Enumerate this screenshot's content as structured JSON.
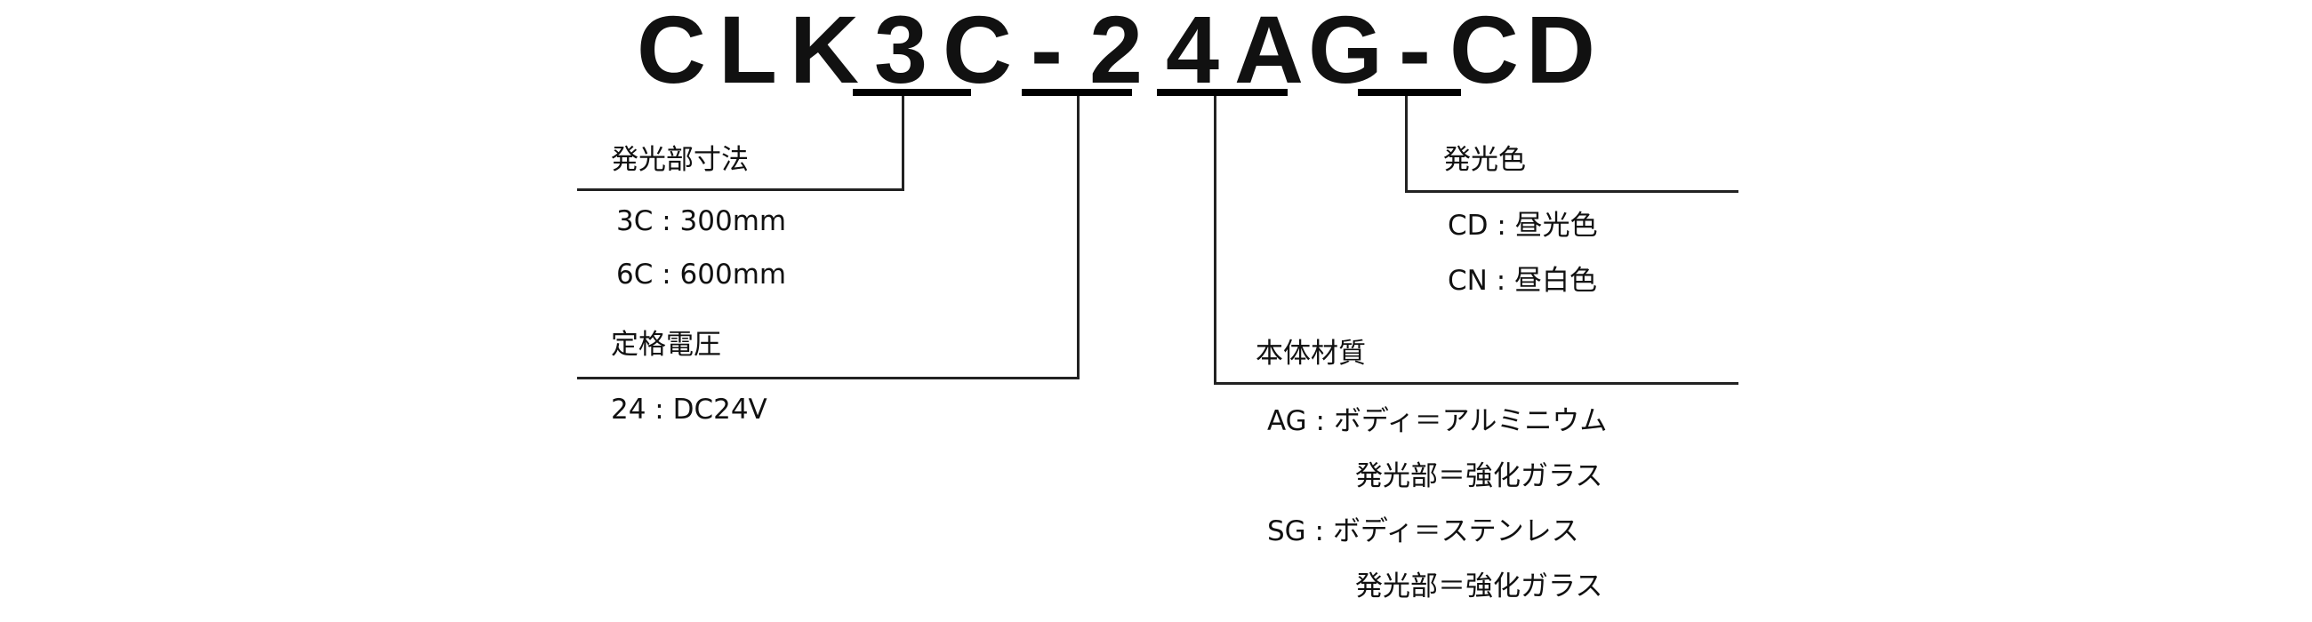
{
  "model_code": {
    "chars": [
      "C",
      "L",
      "K",
      "3",
      "C",
      "-",
      "2",
      "4",
      "A",
      "G",
      "-",
      "C",
      "D"
    ],
    "full": "CLK3C-24AG-CD"
  },
  "size": {
    "heading": "発光部寸法",
    "options": [
      "3C : 300mm",
      "6C : 600mm"
    ]
  },
  "voltage": {
    "heading": "定格電圧",
    "options": [
      "24 : DC24V"
    ]
  },
  "material": {
    "heading": "本体材質",
    "options": [
      "AG : ボディ＝アルミニウム",
      "発光部＝強化ガラス",
      "SG : ボディ＝ステンレス",
      "発光部＝強化ガラス"
    ]
  },
  "color": {
    "heading": "発光色",
    "options": [
      "CD : 昼光色",
      "CN : 昼白色"
    ]
  }
}
